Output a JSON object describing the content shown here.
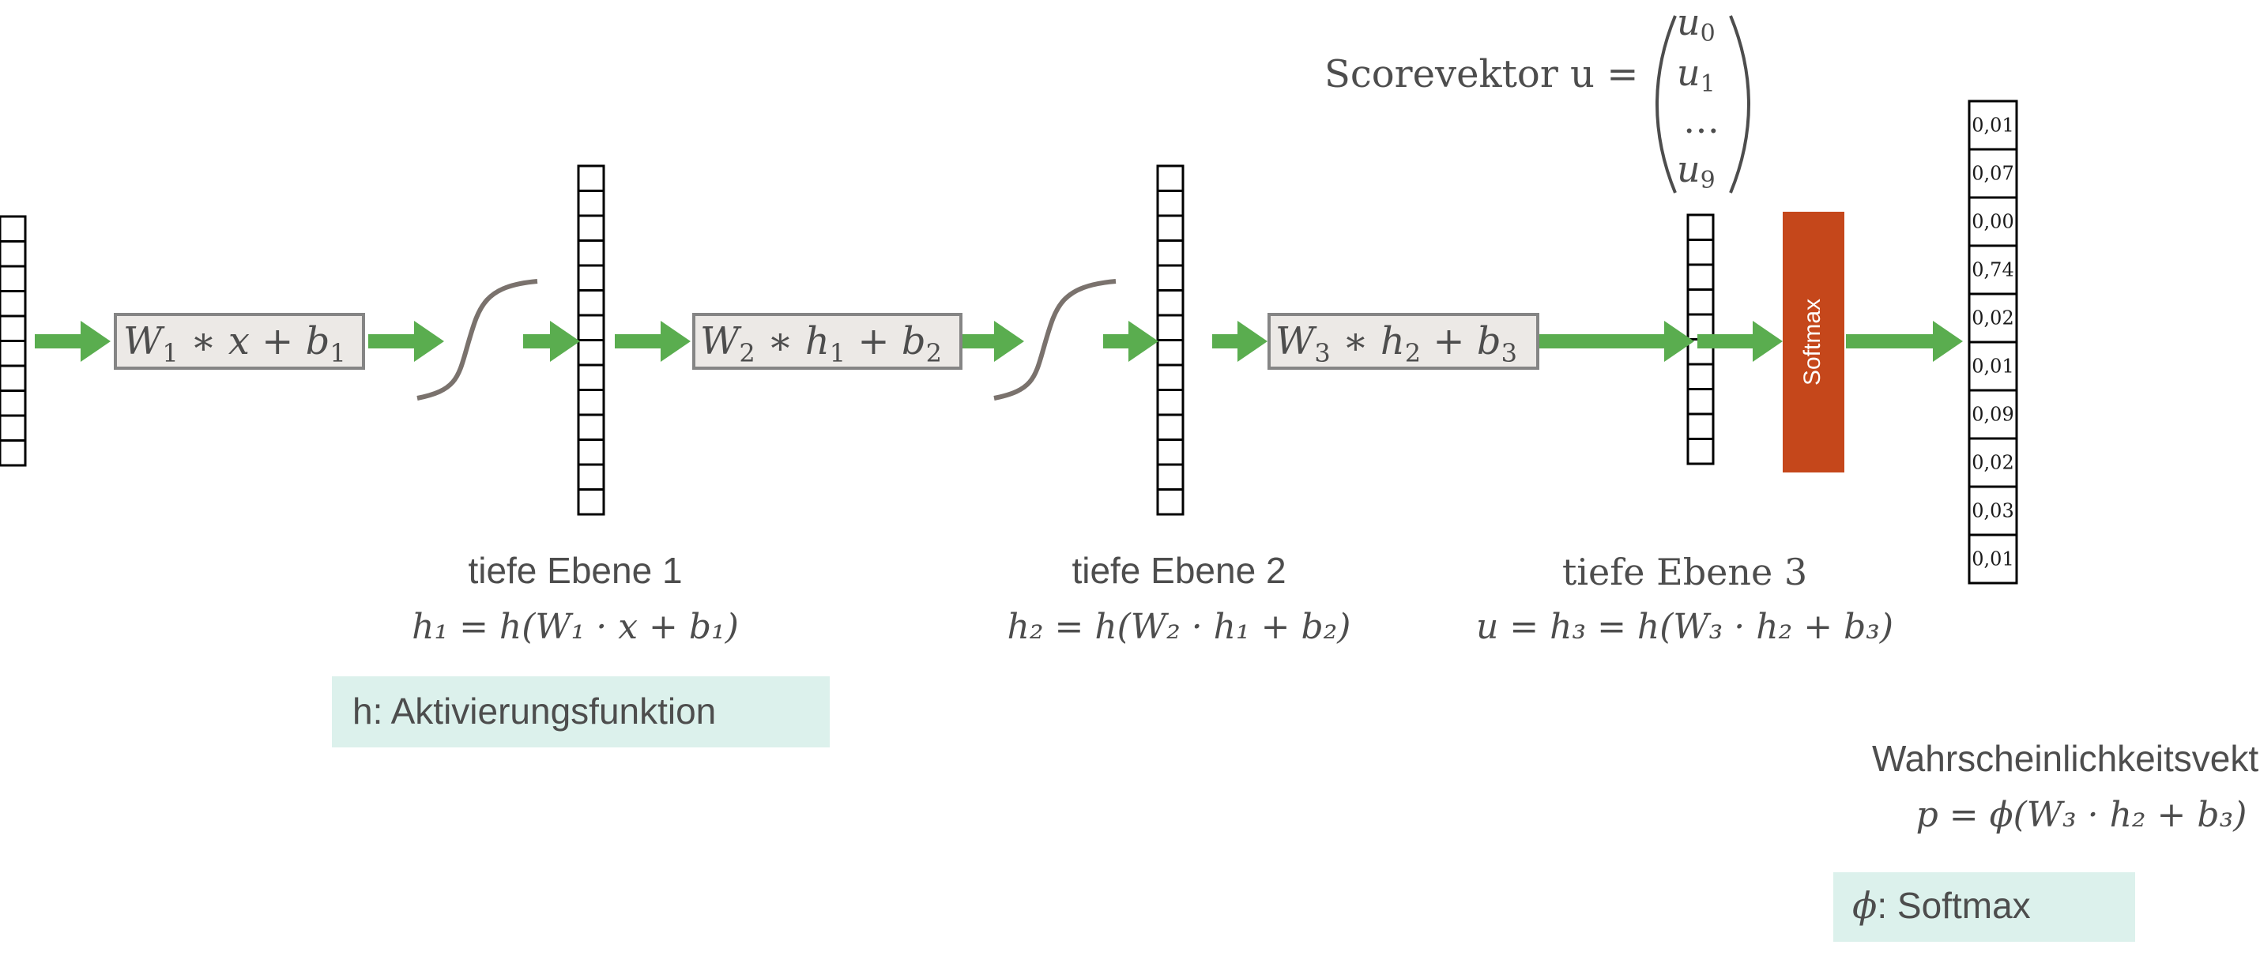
{
  "colors": {
    "arrow": "#5aad4f",
    "box_fill": "#ece9e6",
    "box_stroke": "#858585",
    "curve": "#7a726d",
    "text": "#4d4d4d",
    "softmax_fill": "#c5471b",
    "note_bg": "#dcf1ec"
  },
  "cell_counts": {
    "input": 10,
    "hidden1": 14,
    "hidden2": 14,
    "scores": 10
  },
  "transforms": [
    {
      "W": "W",
      "W_sub": "1",
      "arg": "x",
      "arg_sub": "",
      "b": "b",
      "b_sub": "1"
    },
    {
      "W": "W",
      "W_sub": "2",
      "arg": "h",
      "arg_sub": "1",
      "b": "b",
      "b_sub": "2"
    },
    {
      "W": "W",
      "W_sub": "3",
      "arg": "h",
      "arg_sub": "2",
      "b": "b",
      "b_sub": "3"
    }
  ],
  "scorevektor": {
    "label": "Scorevektor u =",
    "entries": [
      {
        "base": "u",
        "sub": "0"
      },
      {
        "base": "u",
        "sub": "1"
      },
      {
        "base": "…",
        "sub": ""
      },
      {
        "base": "u",
        "sub": "9"
      }
    ]
  },
  "softmax_label": "Softmax",
  "probabilities": [
    "0,01",
    "0,07",
    "0,00",
    "0,74",
    "0,02",
    "0,01",
    "0,09",
    "0,02",
    "0,03",
    "0,01"
  ],
  "layers": [
    {
      "title": "tiefe Ebene 1",
      "formula": "h₁ = h(W₁ · x + b₁)"
    },
    {
      "title": "tiefe Ebene 2",
      "formula": "h₂ = h(W₂ · h₁ + b₂)"
    },
    {
      "title": "tiefe Ebene 3",
      "formula": "u = h₃ = h(W₃ · h₂ + b₃)"
    }
  ],
  "activation_note": "h: Aktivierungsfunktion",
  "output": {
    "title": "Wahrscheinlichkeitsvektor",
    "formula": "p = ϕ(W₃ · h₂ + b₃)",
    "note_symbol": "ϕ",
    "note_text": ": Softmax"
  }
}
